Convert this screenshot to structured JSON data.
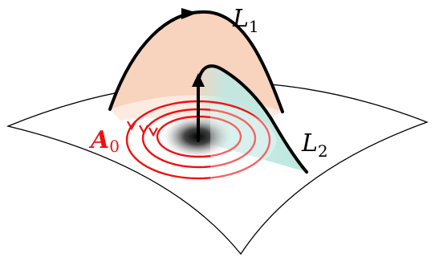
{
  "labels": {
    "loop1": {
      "main": "L",
      "sub": "1"
    },
    "loop2": {
      "main": "L",
      "sub": "2"
    },
    "vector_potential": {
      "main": "A",
      "sub": "0"
    }
  },
  "colors": {
    "surface_stroke": "#000000",
    "loop1_fill": "#f8d3bd",
    "loop2_fill": "#bfe8e1",
    "vortex_rings": "#ee1111",
    "vortex_label": "#ee1111",
    "core_dark": "#111111",
    "loop_stroke": "#000000"
  },
  "icons": {
    "loop_arrow": "arrowhead",
    "ring_arrow": "chevron-down"
  }
}
